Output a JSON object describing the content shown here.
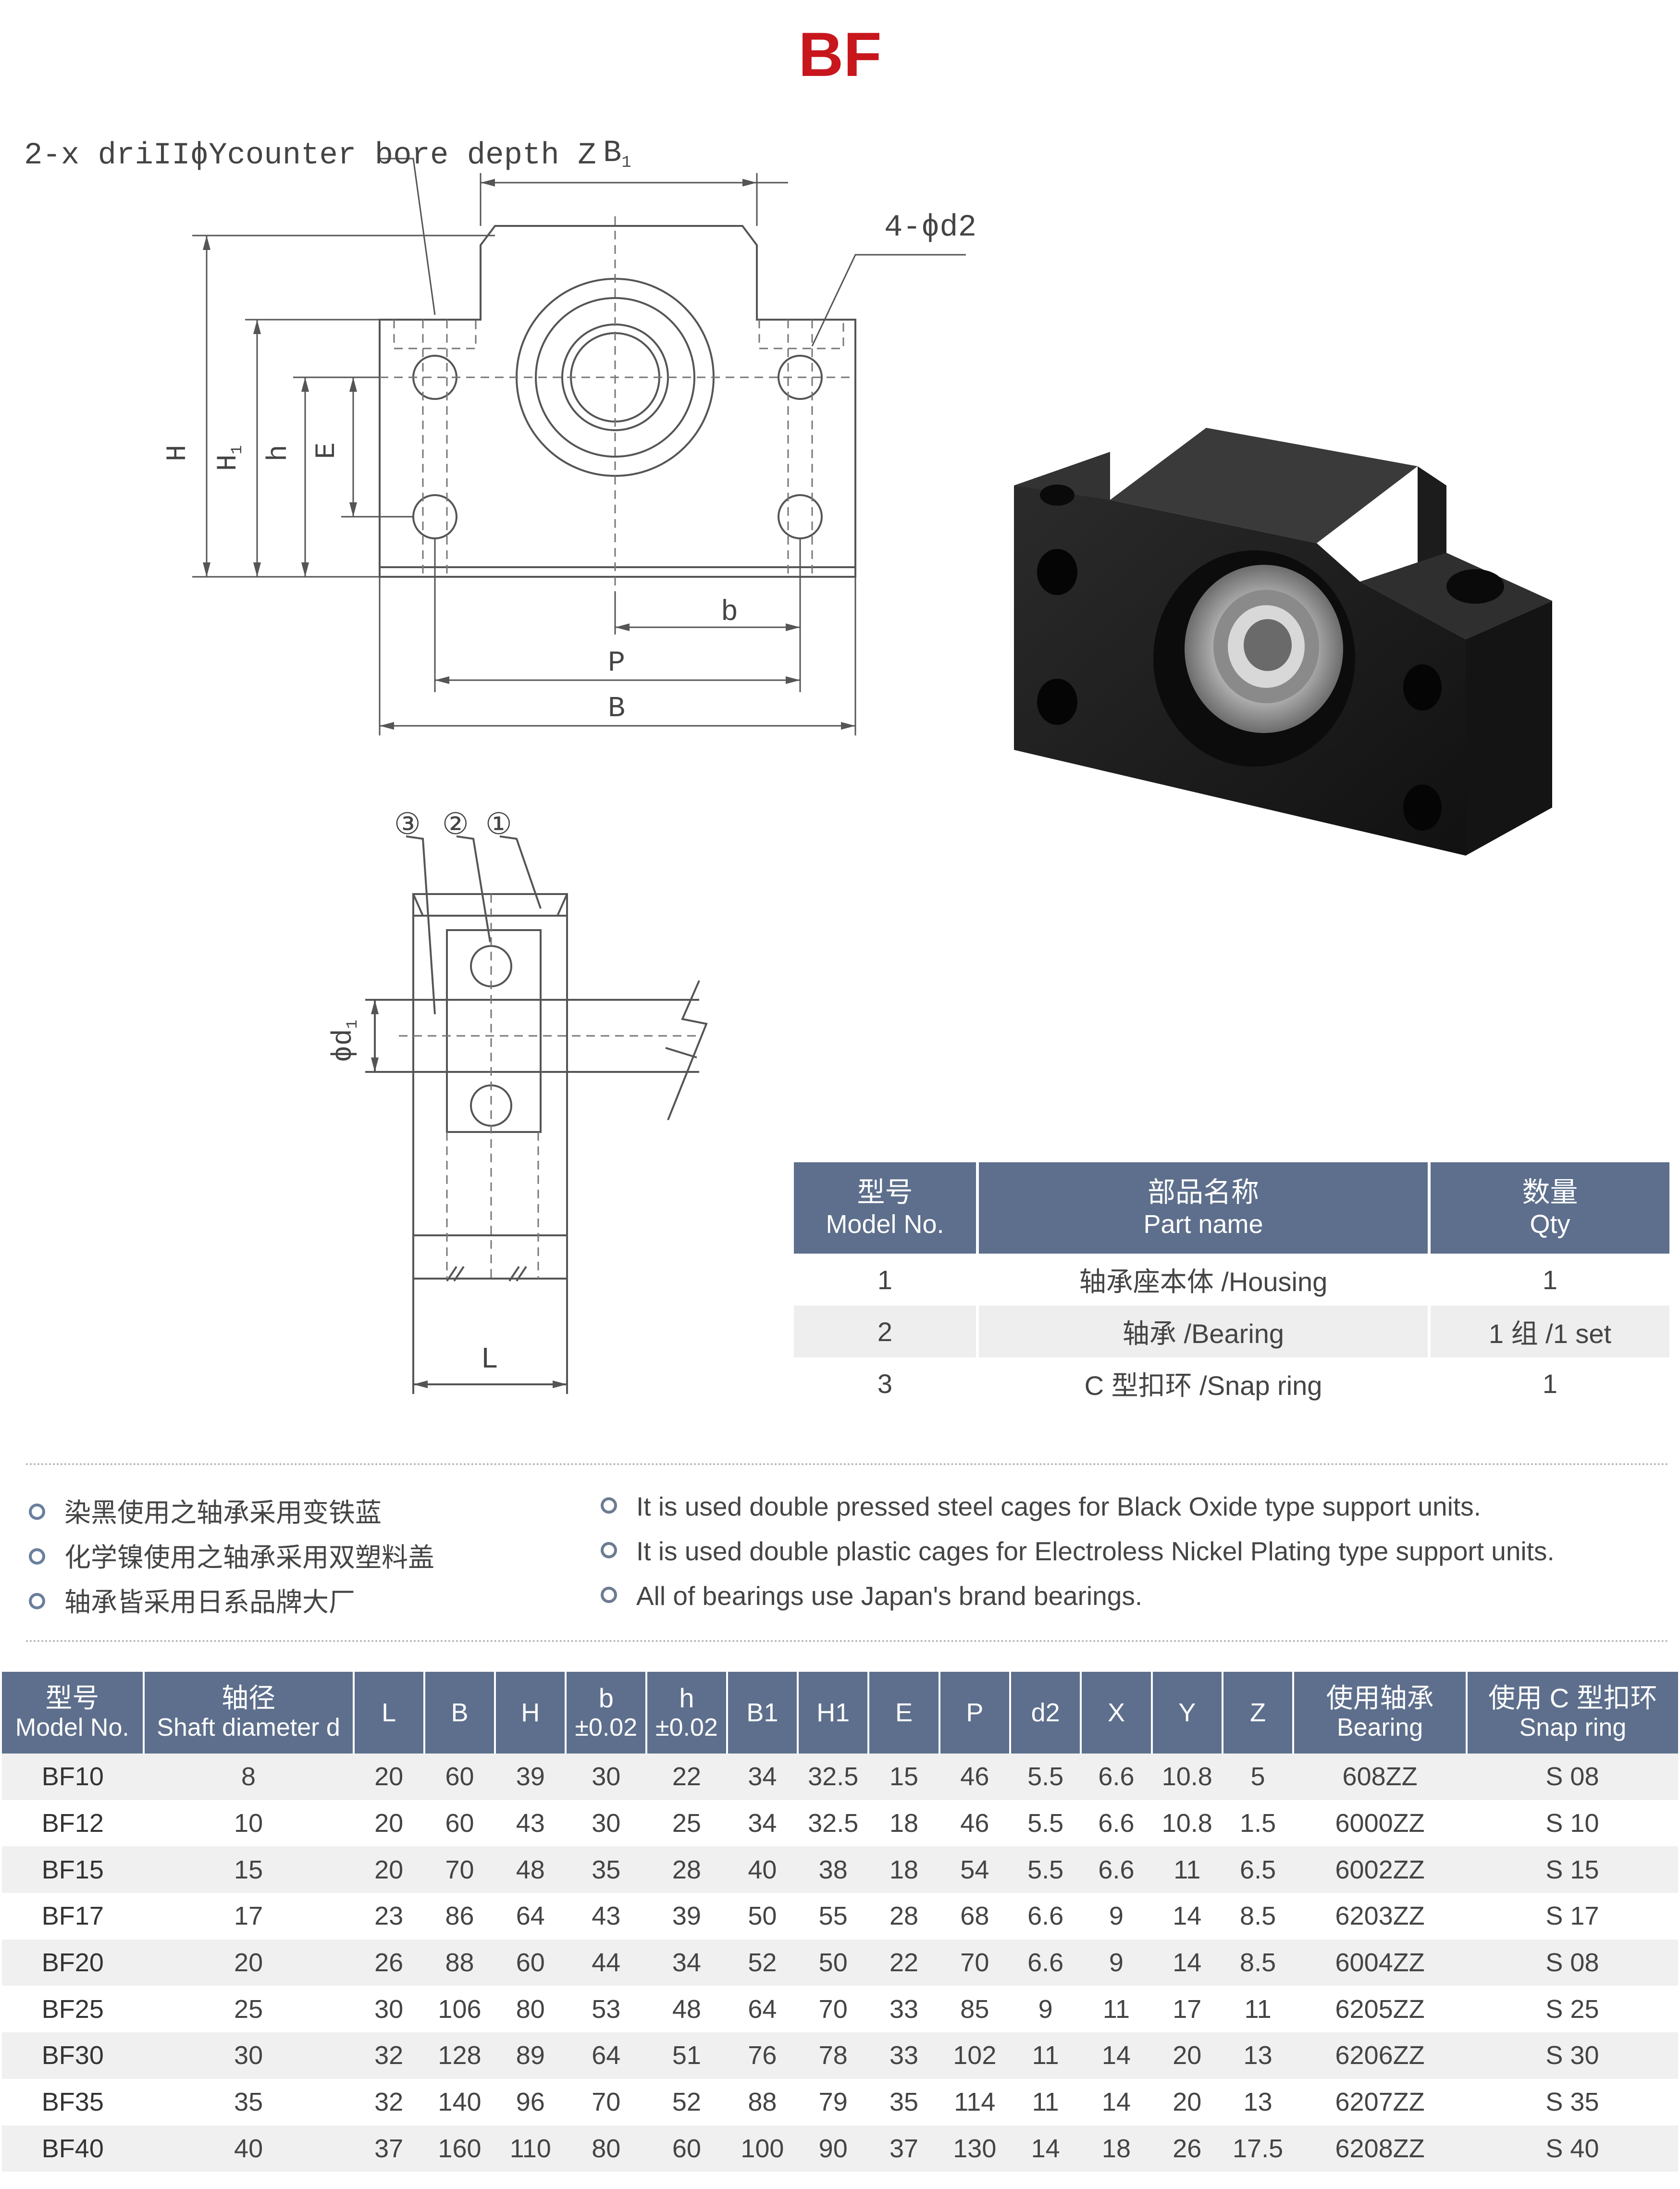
{
  "title": "BF",
  "drawing": {
    "label_drill": "2-x driIIϕYcounter bore depth Z",
    "label_b1": "B",
    "label_b1_sub": "1",
    "label_holes": "4-ϕd2",
    "label_H": "H",
    "label_H1": "H",
    "label_H1_sub": "1",
    "label_h": "h",
    "label_E": "E",
    "label_b": "b",
    "label_P": "P",
    "label_B": "B",
    "label_callout_3": "③",
    "label_callout_2": "②",
    "label_callout_1": "①",
    "label_d1": "ϕd",
    "label_d1_sub": "1",
    "label_L": "L"
  },
  "parts_table": {
    "headers": [
      {
        "zh": "型号",
        "en": "Model No."
      },
      {
        "zh": "部品名称",
        "en": "Part name"
      },
      {
        "zh": "数量",
        "en": "Qty"
      }
    ],
    "rows": [
      [
        "1",
        "轴承座本体 /Housing",
        "1"
      ],
      [
        "2",
        "轴承 /Bearing",
        "1 组 /1 set"
      ],
      [
        "3",
        "C 型扣环 /Snap ring",
        "1"
      ]
    ]
  },
  "notes_zh": [
    "染黑使用之轴承采用变铁蓝",
    "化学镍使用之轴承采用双塑料盖",
    "轴承皆采用日系品牌大厂"
  ],
  "notes_en": [
    "It is used double pressed steel cages for Black Oxide type support units.",
    "It is used double plastic cages for Electroless Nickel Plating type support units.",
    "All of bearings use Japan's brand bearings."
  ],
  "spec_table": {
    "headers": [
      {
        "zh": "型号",
        "en": "Model No."
      },
      {
        "zh": "轴径",
        "en": "Shaft diameter d"
      },
      {
        "en": "L"
      },
      {
        "en": "B"
      },
      {
        "en": "H"
      },
      {
        "zh": "b",
        "en": "±0.02"
      },
      {
        "zh": "h",
        "en": "±0.02"
      },
      {
        "en": "B1"
      },
      {
        "en": "H1"
      },
      {
        "en": "E"
      },
      {
        "en": "P"
      },
      {
        "en": "d2"
      },
      {
        "en": "X"
      },
      {
        "en": "Y"
      },
      {
        "en": "Z"
      },
      {
        "zh": "使用轴承",
        "en": "Bearing"
      },
      {
        "zh": "使用 C 型扣环",
        "en": "Snap ring"
      }
    ],
    "rows": [
      [
        "BF10",
        "8",
        "20",
        "60",
        "39",
        "30",
        "22",
        "34",
        "32.5",
        "15",
        "46",
        "5.5",
        "6.6",
        "10.8",
        "5",
        "608ZZ",
        "S 08"
      ],
      [
        "BF12",
        "10",
        "20",
        "60",
        "43",
        "30",
        "25",
        "34",
        "32.5",
        "18",
        "46",
        "5.5",
        "6.6",
        "10.8",
        "1.5",
        "6000ZZ",
        "S 10"
      ],
      [
        "BF15",
        "15",
        "20",
        "70",
        "48",
        "35",
        "28",
        "40",
        "38",
        "18",
        "54",
        "5.5",
        "6.6",
        "11",
        "6.5",
        "6002ZZ",
        "S 15"
      ],
      [
        "BF17",
        "17",
        "23",
        "86",
        "64",
        "43",
        "39",
        "50",
        "55",
        "28",
        "68",
        "6.6",
        "9",
        "14",
        "8.5",
        "6203ZZ",
        "S 17"
      ],
      [
        "BF20",
        "20",
        "26",
        "88",
        "60",
        "44",
        "34",
        "52",
        "50",
        "22",
        "70",
        "6.6",
        "9",
        "14",
        "8.5",
        "6004ZZ",
        "S 08"
      ],
      [
        "BF25",
        "25",
        "30",
        "106",
        "80",
        "53",
        "48",
        "64",
        "70",
        "33",
        "85",
        "9",
        "11",
        "17",
        "11",
        "6205ZZ",
        "S 25"
      ],
      [
        "BF30",
        "30",
        "32",
        "128",
        "89",
        "64",
        "51",
        "76",
        "78",
        "33",
        "102",
        "11",
        "14",
        "20",
        "13",
        "6206ZZ",
        "S 30"
      ],
      [
        "BF35",
        "35",
        "32",
        "140",
        "96",
        "70",
        "52",
        "88",
        "79",
        "35",
        "114",
        "11",
        "14",
        "20",
        "13",
        "6207ZZ",
        "S 35"
      ],
      [
        "BF40",
        "40",
        "37",
        "160",
        "110",
        "80",
        "60",
        "100",
        "90",
        "37",
        "130",
        "14",
        "18",
        "26",
        "17.5",
        "6208ZZ",
        "S 40"
      ]
    ]
  }
}
